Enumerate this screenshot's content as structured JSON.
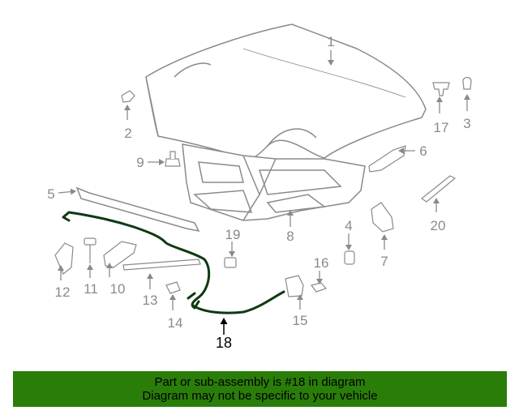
{
  "diagram": {
    "callouts": [
      "1",
      "2",
      "3",
      "4",
      "5",
      "6",
      "7",
      "8",
      "9",
      "10",
      "11",
      "12",
      "13",
      "14",
      "15",
      "16",
      "17",
      "18",
      "19",
      "20"
    ],
    "highlighted": "18",
    "colors": {
      "parts": "#8a8a8a",
      "highlight": "#0f3a12",
      "banner": "#2b7d0a"
    }
  },
  "banner": {
    "line1": "Part or sub-assembly is #18 in diagram",
    "line2": "Diagram may not be specific to your vehicle"
  }
}
